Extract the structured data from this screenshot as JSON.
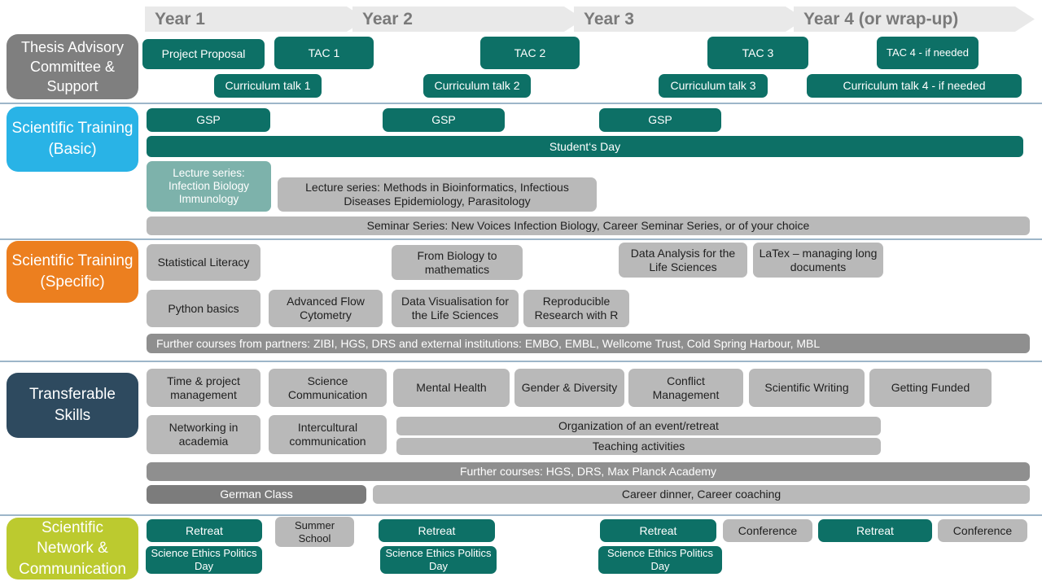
{
  "title": "PhD program training timeline",
  "colors": {
    "teal": "#0d7066",
    "seafoam": "#7db2ab",
    "light_gray_box": "#b9b9b9",
    "mid_gray_bar": "#8f8f8f",
    "dark_gray_bar": "#7c7c7c",
    "label_gray": "#7f7f7f",
    "label_blue": "#29b3e6",
    "label_orange": "#ec7f1f",
    "label_navy": "#2e4a5f",
    "label_green": "#bcca2f",
    "year_arrow": "#e9e9e9",
    "year_text": "#7a7a7a",
    "divider": "#9db6c9"
  },
  "years": [
    {
      "label": "Year 1"
    },
    {
      "label": "Year 2"
    },
    {
      "label": "Year 3"
    },
    {
      "label": "Year 4 (or wrap-up)"
    }
  ],
  "rows": [
    {
      "name": "Thesis Advisory Committee  & Support",
      "items": [
        {
          "label": "Project Proposal"
        },
        {
          "label": "TAC 1"
        },
        {
          "label": "TAC 2"
        },
        {
          "label": "TAC 3"
        },
        {
          "label": "TAC 4 - if needed"
        },
        {
          "label": "Curriculum talk 1"
        },
        {
          "label": "Curriculum talk 2"
        },
        {
          "label": "Curriculum talk 3"
        },
        {
          "label": "Curriculum talk 4 - if needed"
        }
      ]
    },
    {
      "name": "Scientific Training (Basic)",
      "items": [
        {
          "label": "GSP"
        },
        {
          "label": "GSP"
        },
        {
          "label": "GSP"
        },
        {
          "label": "Student‘s Day"
        },
        {
          "label": "Lecture series: Infection Biology Immunology"
        },
        {
          "label": "Lecture series: Methods in Bioinformatics, Infectious Diseases Epidemiology, Parasitology"
        },
        {
          "label": "Seminar Series: New Voices Infection Biology,  Career Seminar Series, or of your choice"
        }
      ]
    },
    {
      "name": "Scientific Training (Specific)",
      "items": [
        {
          "label": "Statistical Literacy"
        },
        {
          "label": "From  Biology to mathematics"
        },
        {
          "label": "Data Analysis for the Life Sciences"
        },
        {
          "label": "LaTex – managing long documents"
        },
        {
          "label": "Python basics"
        },
        {
          "label": "Advanced Flow Cytometry"
        },
        {
          "label": "Data Visualisation for the Life Sciences"
        },
        {
          "label": "Reproducible Research with R"
        },
        {
          "label": "Further courses from partners: ZIBI, HGS, DRS and external institutions: EMBO, EMBL, Wellcome Trust, Cold Spring Harbour, MBL"
        }
      ]
    },
    {
      "name": "Transferable Skills",
      "items": [
        {
          "label": "Time & project management"
        },
        {
          "label": "Science Communication"
        },
        {
          "label": "Mental Health"
        },
        {
          "label": "Gender & Diversity"
        },
        {
          "label": "Conflict Management"
        },
        {
          "label": "Scientific Writing"
        },
        {
          "label": "Getting Funded"
        },
        {
          "label": "Networking in academia"
        },
        {
          "label": "Intercultural communication"
        },
        {
          "label": "Organization of an event/retreat"
        },
        {
          "label": "Teaching activities"
        },
        {
          "label": "Further courses: HGS, DRS, Max Planck Academy"
        },
        {
          "label": "German Class"
        },
        {
          "label": "Career dinner, Career coaching"
        }
      ]
    },
    {
      "name": "Scientific Network & Communication",
      "items": [
        {
          "label": "Retreat"
        },
        {
          "label": "Summer School"
        },
        {
          "label": "Retreat"
        },
        {
          "label": "Retreat"
        },
        {
          "label": "Conference"
        },
        {
          "label": "Retreat"
        },
        {
          "label": "Conference"
        },
        {
          "label": "Science Ethics Politics Day"
        },
        {
          "label": "Science Ethics Politics Day"
        },
        {
          "label": "Science Ethics Politics Day"
        }
      ]
    }
  ]
}
